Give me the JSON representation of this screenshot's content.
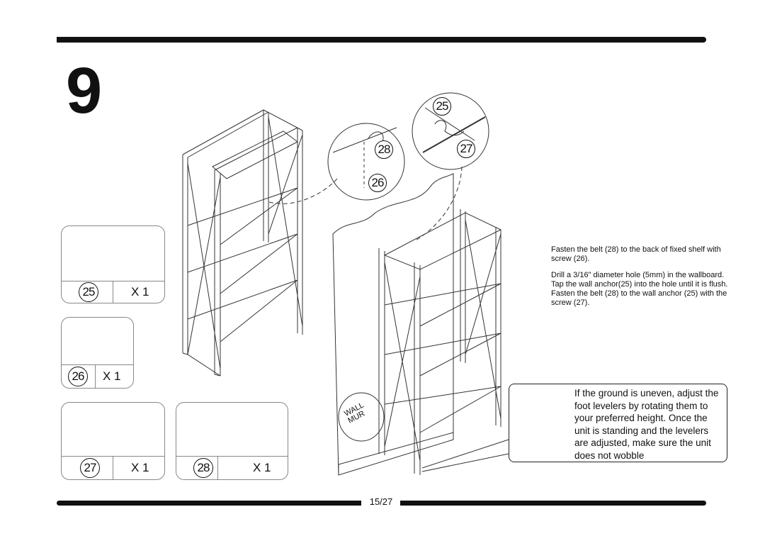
{
  "step_number": "9",
  "page_number": "15/27",
  "parts": [
    {
      "id": "25",
      "qty": "X 1"
    },
    {
      "id": "26",
      "qty": "X 1"
    },
    {
      "id": "27",
      "qty": "X 1"
    },
    {
      "id": "28",
      "qty": "X 1"
    }
  ],
  "callouts": {
    "c25": "25",
    "c26": "26",
    "c27": "27",
    "c28": "28"
  },
  "wall_label": {
    "line1": "WALL",
    "line2": "MUR"
  },
  "instructions": [
    "Fasten the belt (28) to the back of fixed shelf with screw (26).",
    "Drill a 3/16\" diameter hole (5mm) in the wallboard. Tap the wall anchor(25) into the hole until it is flush. Fasten the belt (28) to the wall anchor (25) with the screw (27)."
  ],
  "leveler_note": "If the ground is uneven, adjust the foot levelers by rotating them to your preferred height.  Once the unit is standing and the levelers are adjusted, make sure the unit does not wobble"
}
